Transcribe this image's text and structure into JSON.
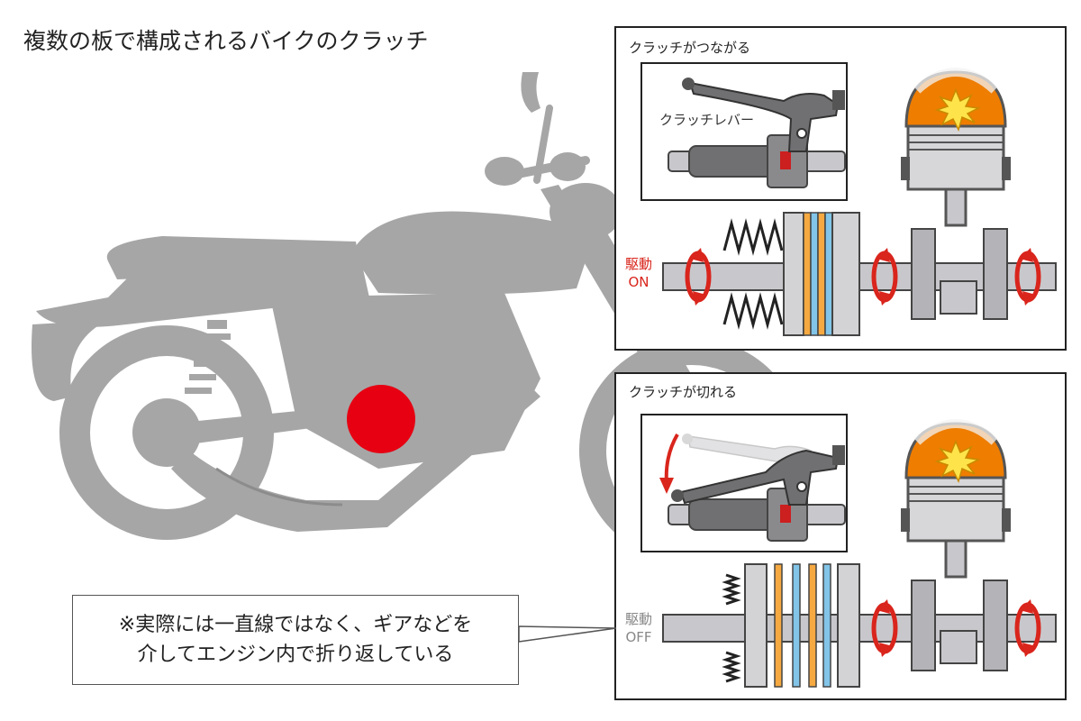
{
  "title": "複数の板で構成されるバイクのクラッチ",
  "panel_engaged": {
    "title": "クラッチがつながる",
    "lever_label": "クラッチレバー",
    "drive_label": "駆動",
    "drive_state": "ON"
  },
  "panel_disengaged": {
    "title": "クラッチが切れる",
    "drive_label": "駆動",
    "drive_state": "OFF"
  },
  "note": {
    "line1": "※実際には一直線ではなく、ギアなどを",
    "line2": "介してエンジン内で折り返している"
  },
  "colors": {
    "motorcycle": "#a6a6a6",
    "clutch_marker": "#e60012",
    "rotation_arrow": "#d9251c",
    "piston_head": "#ee7d00",
    "plate_orange": "#f5a940",
    "plate_blue": "#82c5e8",
    "metal": "#c8c8cc"
  },
  "icons": {
    "motorcycle": "motorcycle-silhouette-icon",
    "lever": "clutch-lever-icon",
    "piston": "piston-icon",
    "spring": "spring-icon",
    "combustion": "explosion-icon",
    "rotation": "rotation-arrow-icon"
  }
}
